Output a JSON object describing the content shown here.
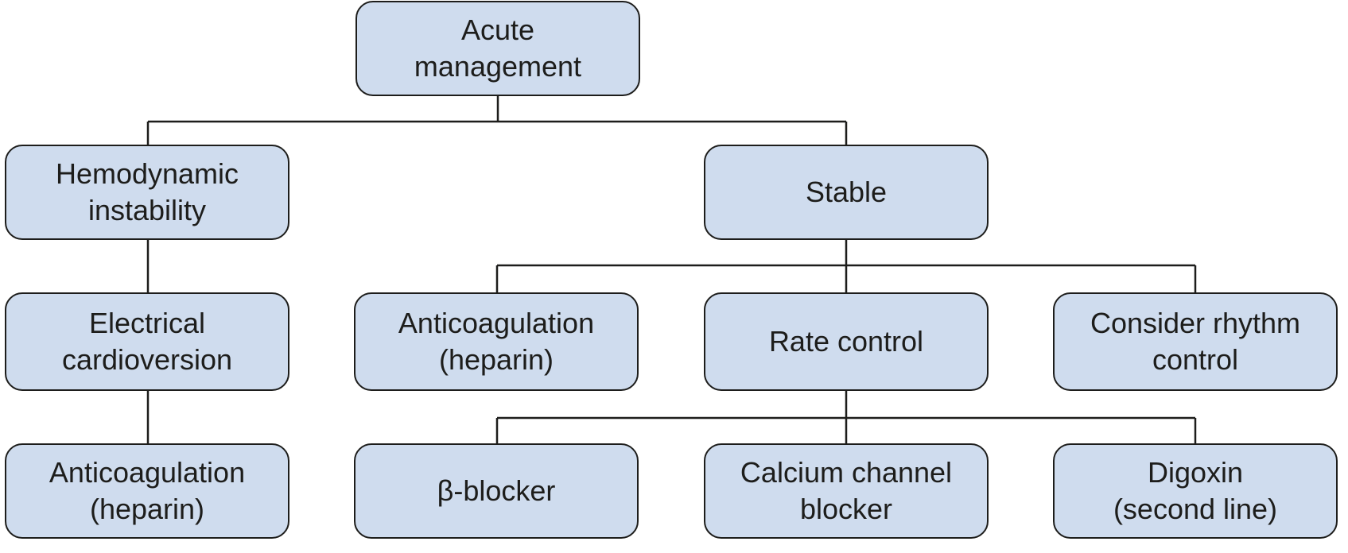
{
  "nodes": {
    "acute_management": {
      "lines": [
        "Acute",
        "management"
      ]
    },
    "hemodynamic_instability": {
      "lines": [
        "Hemodynamic",
        "instability"
      ]
    },
    "stable": {
      "lines": [
        "Stable"
      ]
    },
    "electrical_cardioversion": {
      "lines": [
        "Electrical",
        "cardioversion"
      ]
    },
    "anticoagulation_unstable": {
      "lines": [
        "Anticoagulation",
        "(heparin)"
      ]
    },
    "anticoagulation_stable": {
      "lines": [
        "Anticoagulation",
        "(heparin)"
      ]
    },
    "rate_control": {
      "lines": [
        "Rate control"
      ]
    },
    "consider_rhythm_control": {
      "lines": [
        "Consider rhythm",
        "control"
      ]
    },
    "beta_blocker": {
      "lines": [
        "β-blocker"
      ]
    },
    "calcium_channel_blocker": {
      "lines": [
        "Calcium channel",
        "blocker"
      ]
    },
    "digoxin": {
      "lines": [
        "Digoxin",
        "(second line)"
      ]
    }
  },
  "colors": {
    "node_fill": "#cfdcee",
    "node_border": "#1d1d1b",
    "connector": "#1d1d1b"
  }
}
